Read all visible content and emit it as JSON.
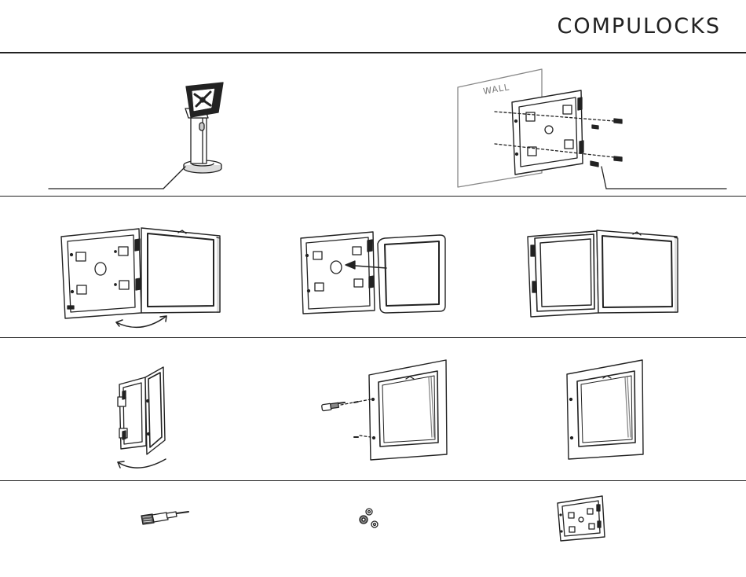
{
  "header": {
    "brand": "COMPULOCKS"
  },
  "steps": [
    {
      "id": "stand-mount",
      "label": ""
    },
    {
      "id": "wall-mount",
      "label": "WALL"
    },
    {
      "id": "open-enclosure",
      "label": ""
    },
    {
      "id": "insert-tablet",
      "label": ""
    },
    {
      "id": "enclosure-with-tablet",
      "label": ""
    },
    {
      "id": "close-enclosure",
      "label": ""
    },
    {
      "id": "insert-key-screw",
      "label": ""
    },
    {
      "id": "closed-enclosure",
      "label": ""
    }
  ],
  "parts": [
    {
      "id": "security-key",
      "name": ""
    },
    {
      "id": "screws-and-washers",
      "name": ""
    },
    {
      "id": "enclosure",
      "name": ""
    }
  ],
  "colors": {
    "line": "#222222",
    "grey": "#888888",
    "wall": "#777777"
  }
}
